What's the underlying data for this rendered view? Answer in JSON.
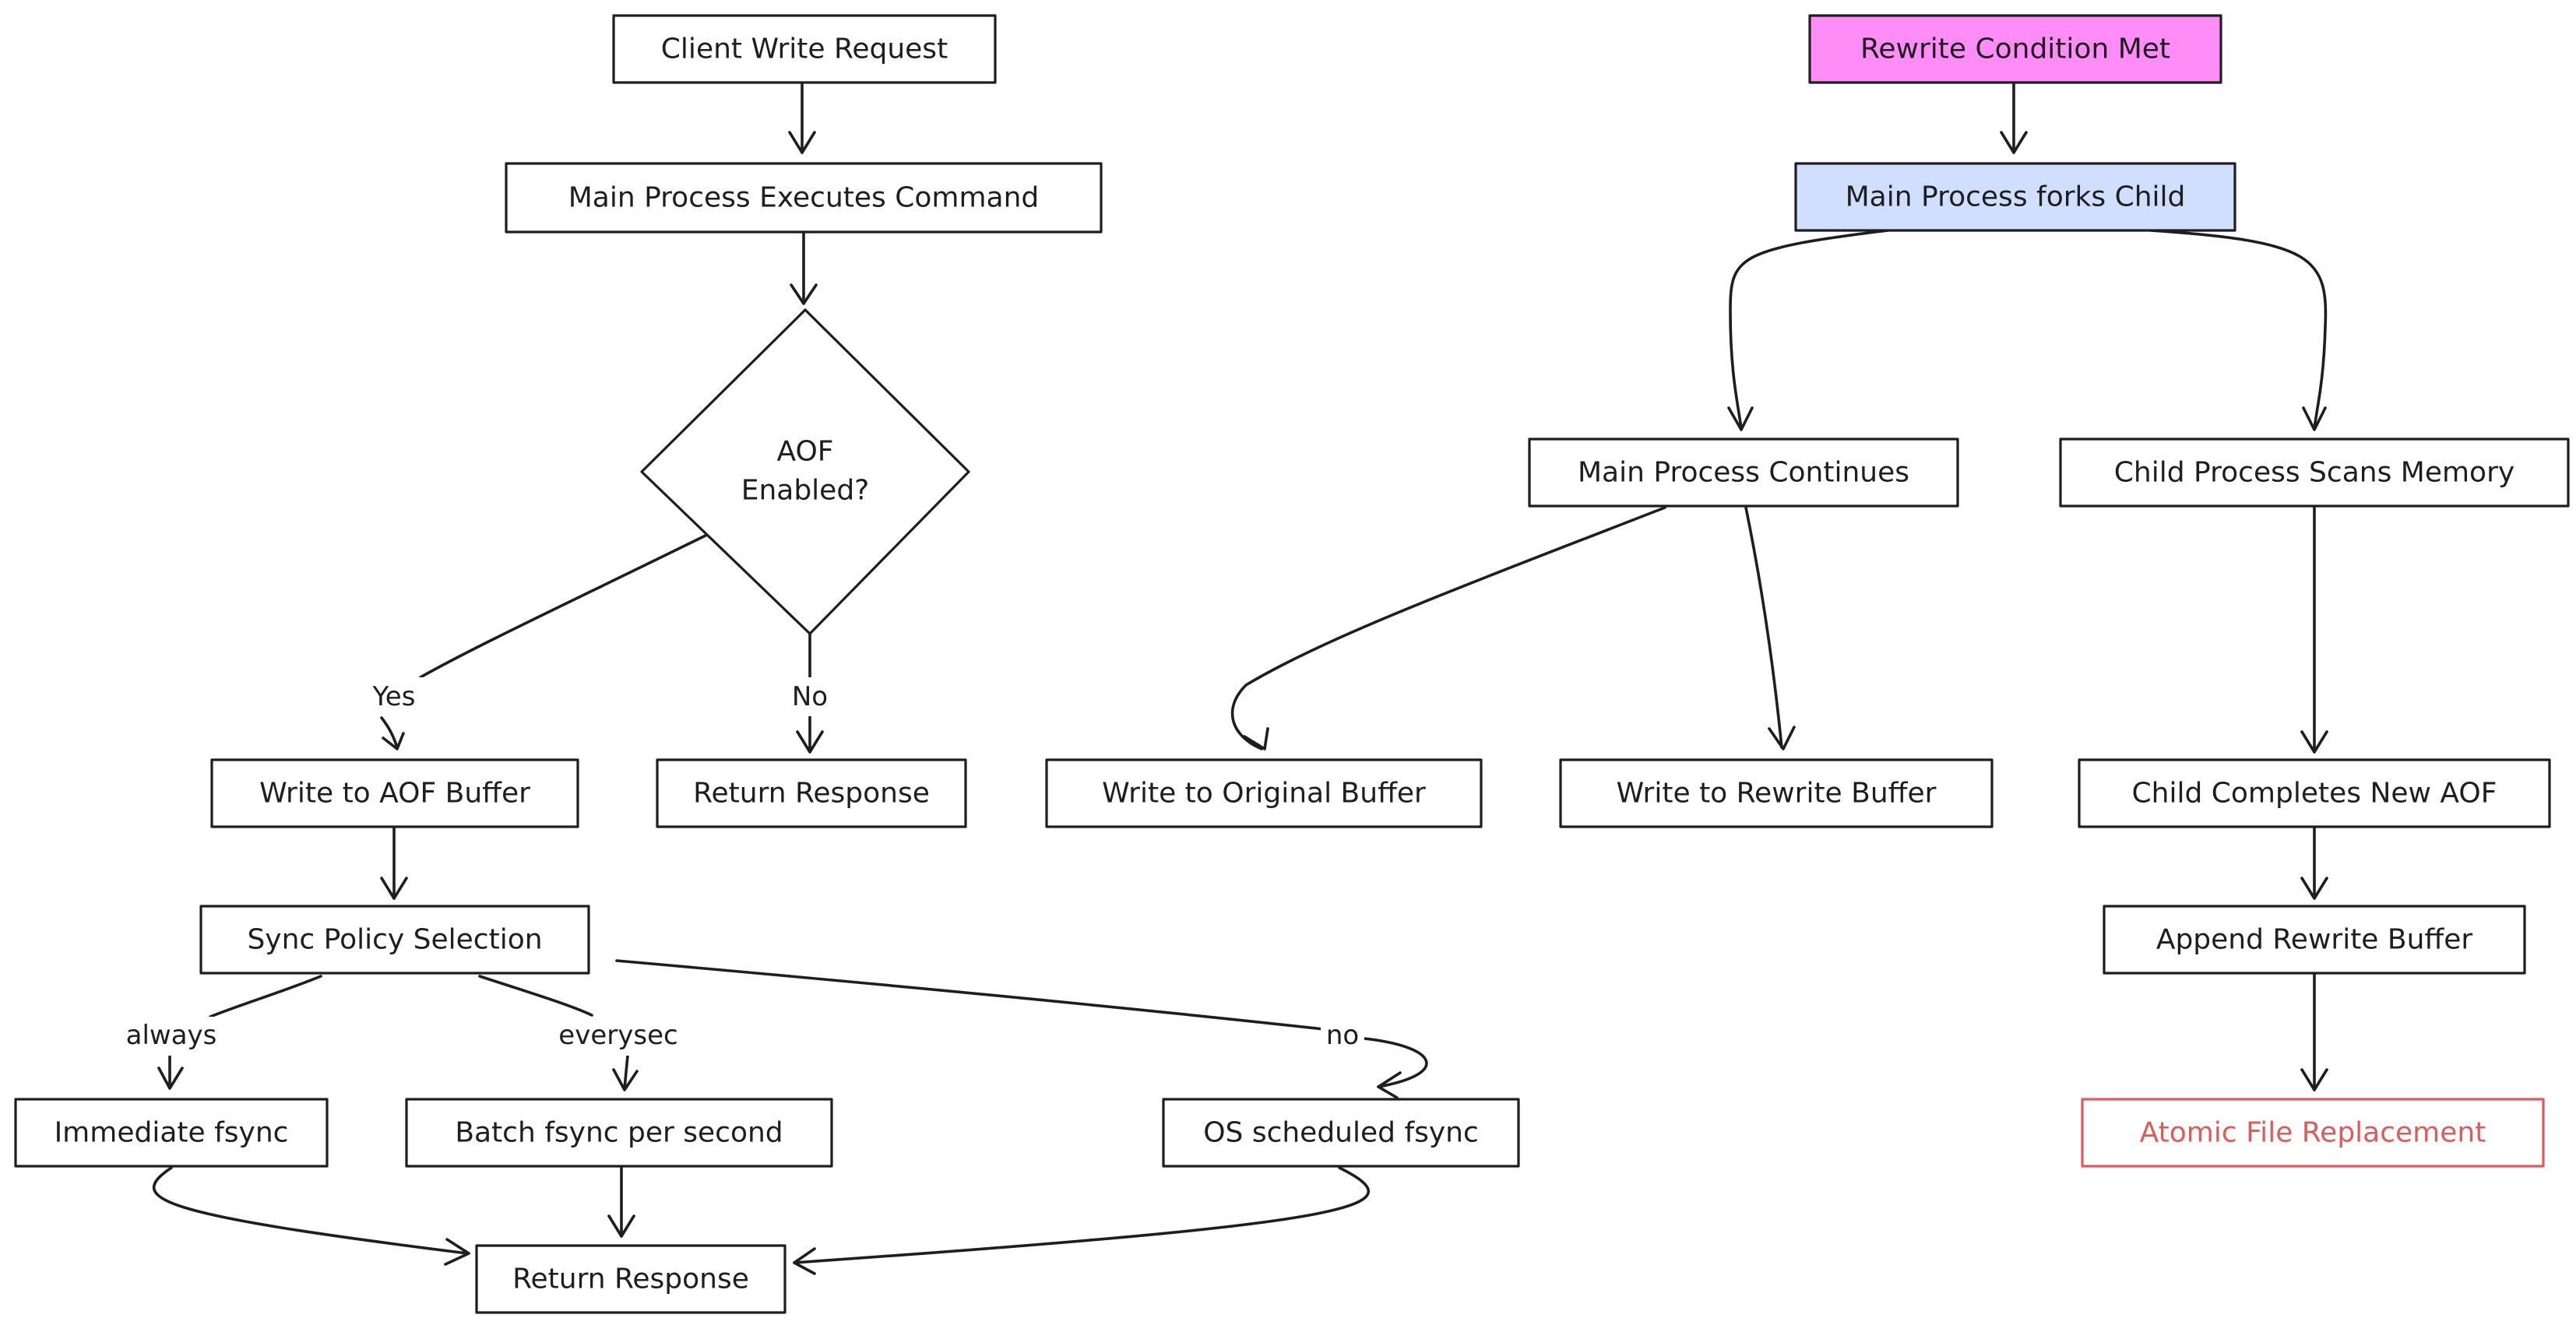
{
  "colors": {
    "stroke": "#1e1e1e",
    "default_fill": "#ffffff",
    "rewrite_fill": "#ff8cf7",
    "fork_fill": "#d0deff",
    "atomic_stroke": "#e05a5a",
    "atomic_text": "#e05a5a"
  },
  "nodes": {
    "client_write_request": "Client Write Request",
    "main_exec_command": "Main Process Executes Command",
    "aof_enabled_line1": "AOF",
    "aof_enabled_line2": "Enabled?",
    "write_aof_buffer": "Write to AOF Buffer",
    "return_response_no": "Return Response",
    "sync_policy": "Sync Policy Selection",
    "immediate_fsync": "Immediate fsync",
    "batch_fsync": "Batch fsync per second",
    "os_fsync": "OS scheduled fsync",
    "return_response_final": "Return Response",
    "rewrite_condition": "Rewrite Condition Met",
    "main_forks_child": "Main Process forks Child",
    "main_continues": "Main Process Continues",
    "child_scans": "Child Process Scans Memory",
    "write_original_buffer": "Write to Original Buffer",
    "write_rewrite_buffer": "Write to Rewrite Buffer",
    "child_completes": "Child Completes New AOF",
    "append_rewrite_buffer": "Append Rewrite Buffer",
    "atomic_replace": "Atomic File Replacement"
  },
  "edge_labels": {
    "yes": "Yes",
    "no": "No",
    "always": "always",
    "everysec": "everysec",
    "no_policy": "no"
  }
}
